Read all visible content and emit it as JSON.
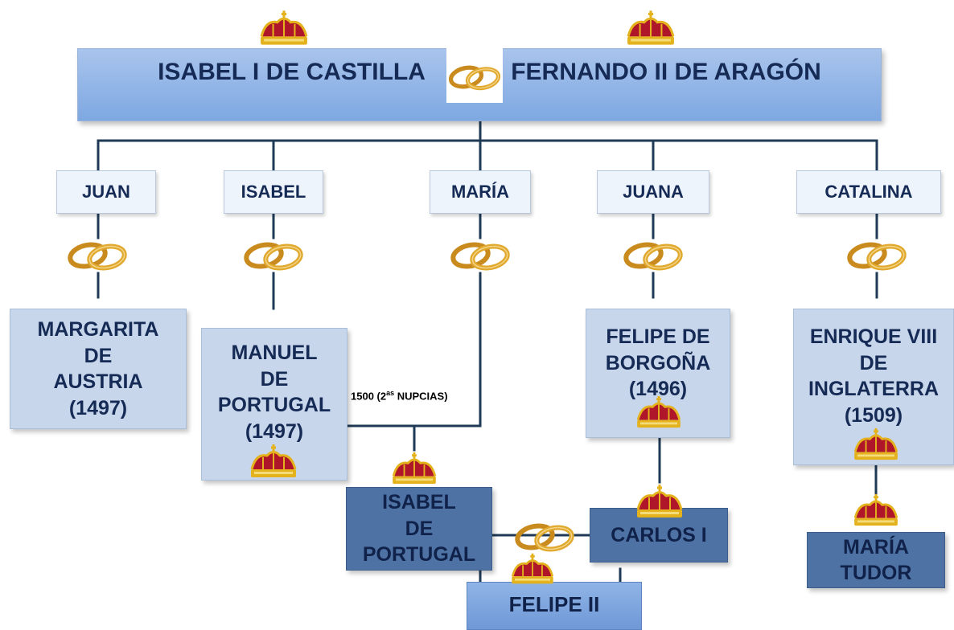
{
  "colors": {
    "line": "#1f3a56",
    "text": "#152a55",
    "top_box": "#8fb4e6",
    "child_box": "#eef4fc",
    "spouse_box": "#c7d6ea",
    "dark_box": "#4e72a3",
    "crown_red": "#b0162a",
    "crown_gold": "#e3b21c",
    "ring_gold": "#c98a1e"
  },
  "icons": {
    "crown": "crown-icon",
    "rings": "wedding-rings-icon"
  },
  "parents": {
    "left": "ISABEL I DE CASTILLA",
    "right": "FERNANDO II DE ARAGÓN"
  },
  "children": {
    "juan": "JUAN",
    "isabel": "ISABEL",
    "maria": "MARÍA",
    "juana": "JUANA",
    "catalina": "CATALINA"
  },
  "spouses": {
    "margarita": "MARGARITA\nDE\nAUSTRIA\n(1497)",
    "manuel": "MANUEL\nDE\nPORTUGAL\n(1497)",
    "felipe": "FELIPE DE\nBORGOÑA\n(1496)",
    "enrique": "ENRIQUE VIII\nDE\nINGLATERRA\n(1509)"
  },
  "maria_marriage_note": {
    "prefix": "1500 (2",
    "sup": "as",
    "suffix": " NUPCIAS)"
  },
  "grandchildren": {
    "isabel_portugal": "ISABEL\nDE\nPORTUGAL",
    "carlos": "CARLOS I",
    "maria_tudor": "MARÍA\nTUDOR",
    "felipe_ii": "FELIPE II"
  }
}
